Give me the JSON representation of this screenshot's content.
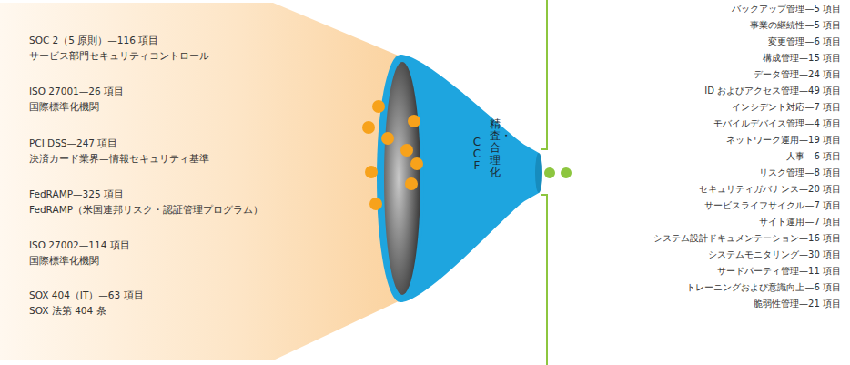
{
  "diagram": {
    "nodes": [
      {
        "text": [
          "SOC 2（5 原則）—116 項目",
          "サービス部門セキュリティコントロール",
          "ISO 27001—26 項目",
          "国際標準化機関",
          "PCI DSS—247 項目",
          "決済カード業界—情報セキュリティ基準",
          "FedRAMP—325 項目",
          "FedRAMP（米国連邦リスク・認証管理プログラム）",
          "ISO 27002—114 項目",
          "国際標準化機関",
          "SOX 404（IT）—63 項目",
          "SOX 法第 404 条"
        ]
      },
      {
        "text": [
          "CCF",
          "精査・合理化"
        ]
      }
    ],
    "labels": [
      "バックアップ管理—5 項目",
      "事業の継続性—5 項目",
      "変更管理—6 項目",
      "構成管理—15 項目",
      "データ管理—24 項目",
      "ID およびアクセス管理—49 項目",
      "インシデント対応—7 項目",
      "モバイルデバイス管理—4 項目",
      "ネットワーク運用—19 項目",
      "人事—6 項目",
      "リスク管理—8 項目",
      "セキュリティガバナンス—20 項目",
      "サービスライフサイクル—7 項目",
      "サイト運用—7 項目",
      "システム設計ドキュメンテーション—16 項目",
      "システムモニタリング—30 項目",
      "サードパーティ管理—11 項目",
      "トレーニングおよび意識向上—6 項目",
      "脆弱性管理—21 項目"
    ]
  }
}
